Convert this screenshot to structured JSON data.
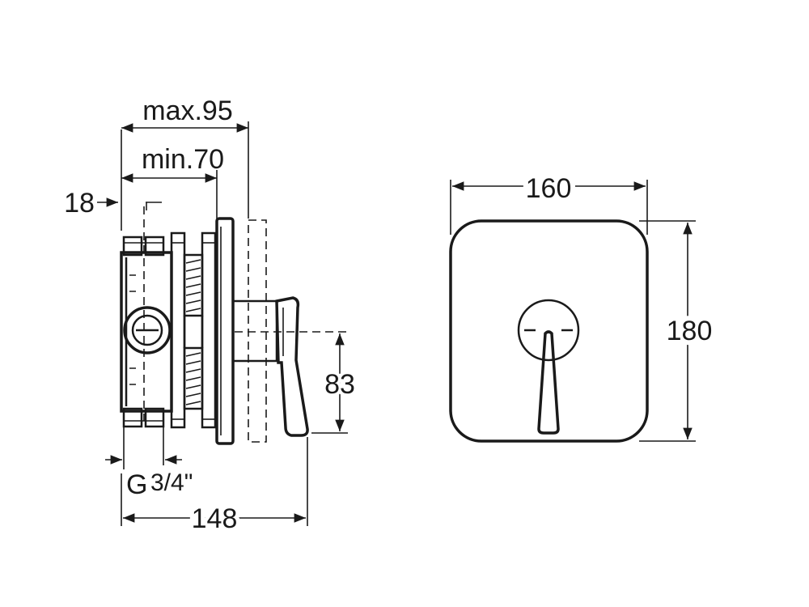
{
  "dimensions": {
    "max_depth": "max.95",
    "min_depth": "min.70",
    "offset": "18",
    "handle_height": "83",
    "thread": "G",
    "thread_fraction": "3/4\"",
    "total_depth": "148",
    "plate_width": "160",
    "plate_height": "180"
  },
  "colors": {
    "line": "#1a1a1a",
    "background": "#ffffff"
  }
}
